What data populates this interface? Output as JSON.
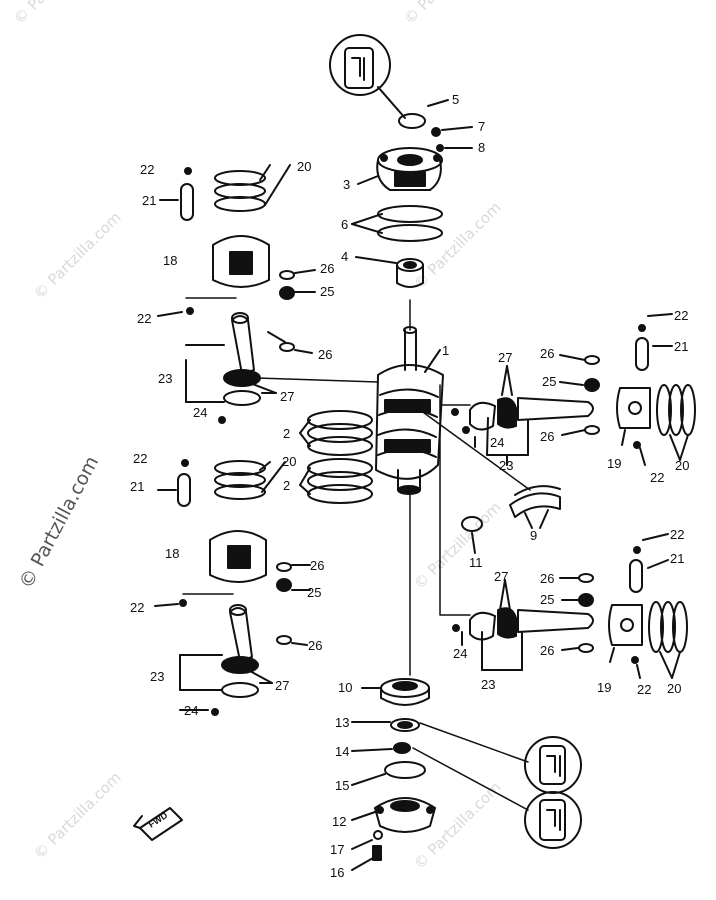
{
  "watermark": {
    "text": "© Partzilla.com",
    "color": "#d9d9d9",
    "dark_color": "#555555"
  },
  "labels": {
    "p1": "1",
    "p2a": "2",
    "p2b": "2",
    "p3": "3",
    "p4": "4",
    "p5": "5",
    "p6": "6",
    "p7": "7",
    "p8": "8",
    "p9": "9",
    "p10": "10",
    "p11": "11",
    "p12": "12",
    "p13": "13",
    "p14": "14",
    "p15": "15",
    "p16": "16",
    "p17": "17",
    "p18a": "18",
    "p18b": "18",
    "p19a": "19",
    "p19b": "19",
    "p20a": "20",
    "p20b": "20",
    "p20c": "20",
    "p20d": "20",
    "p21a": "21",
    "p21b": "21",
    "p21c": "21",
    "p21d": "21",
    "p22a": "22",
    "p22b": "22",
    "p22c": "22",
    "p22d": "22",
    "p22e": "22",
    "p22f": "22",
    "p22g": "22",
    "p22h": "22",
    "p23a": "23",
    "p23b": "23",
    "p23c": "23",
    "p23d": "23",
    "p24a": "24",
    "p24b": "24",
    "p24c": "24",
    "p24d": "24",
    "p25a": "25",
    "p25b": "25",
    "p25c": "25",
    "p25d": "25",
    "p26a": "26",
    "p26b": "26",
    "p26c": "26",
    "p26d": "26",
    "p26e": "26",
    "p26f": "26",
    "p26g": "26",
    "p26h": "26",
    "p27a": "27",
    "p27b": "27",
    "p27c": "27",
    "p27d": "27"
  },
  "fwd_label": "FWD",
  "ink_color": "#111111"
}
